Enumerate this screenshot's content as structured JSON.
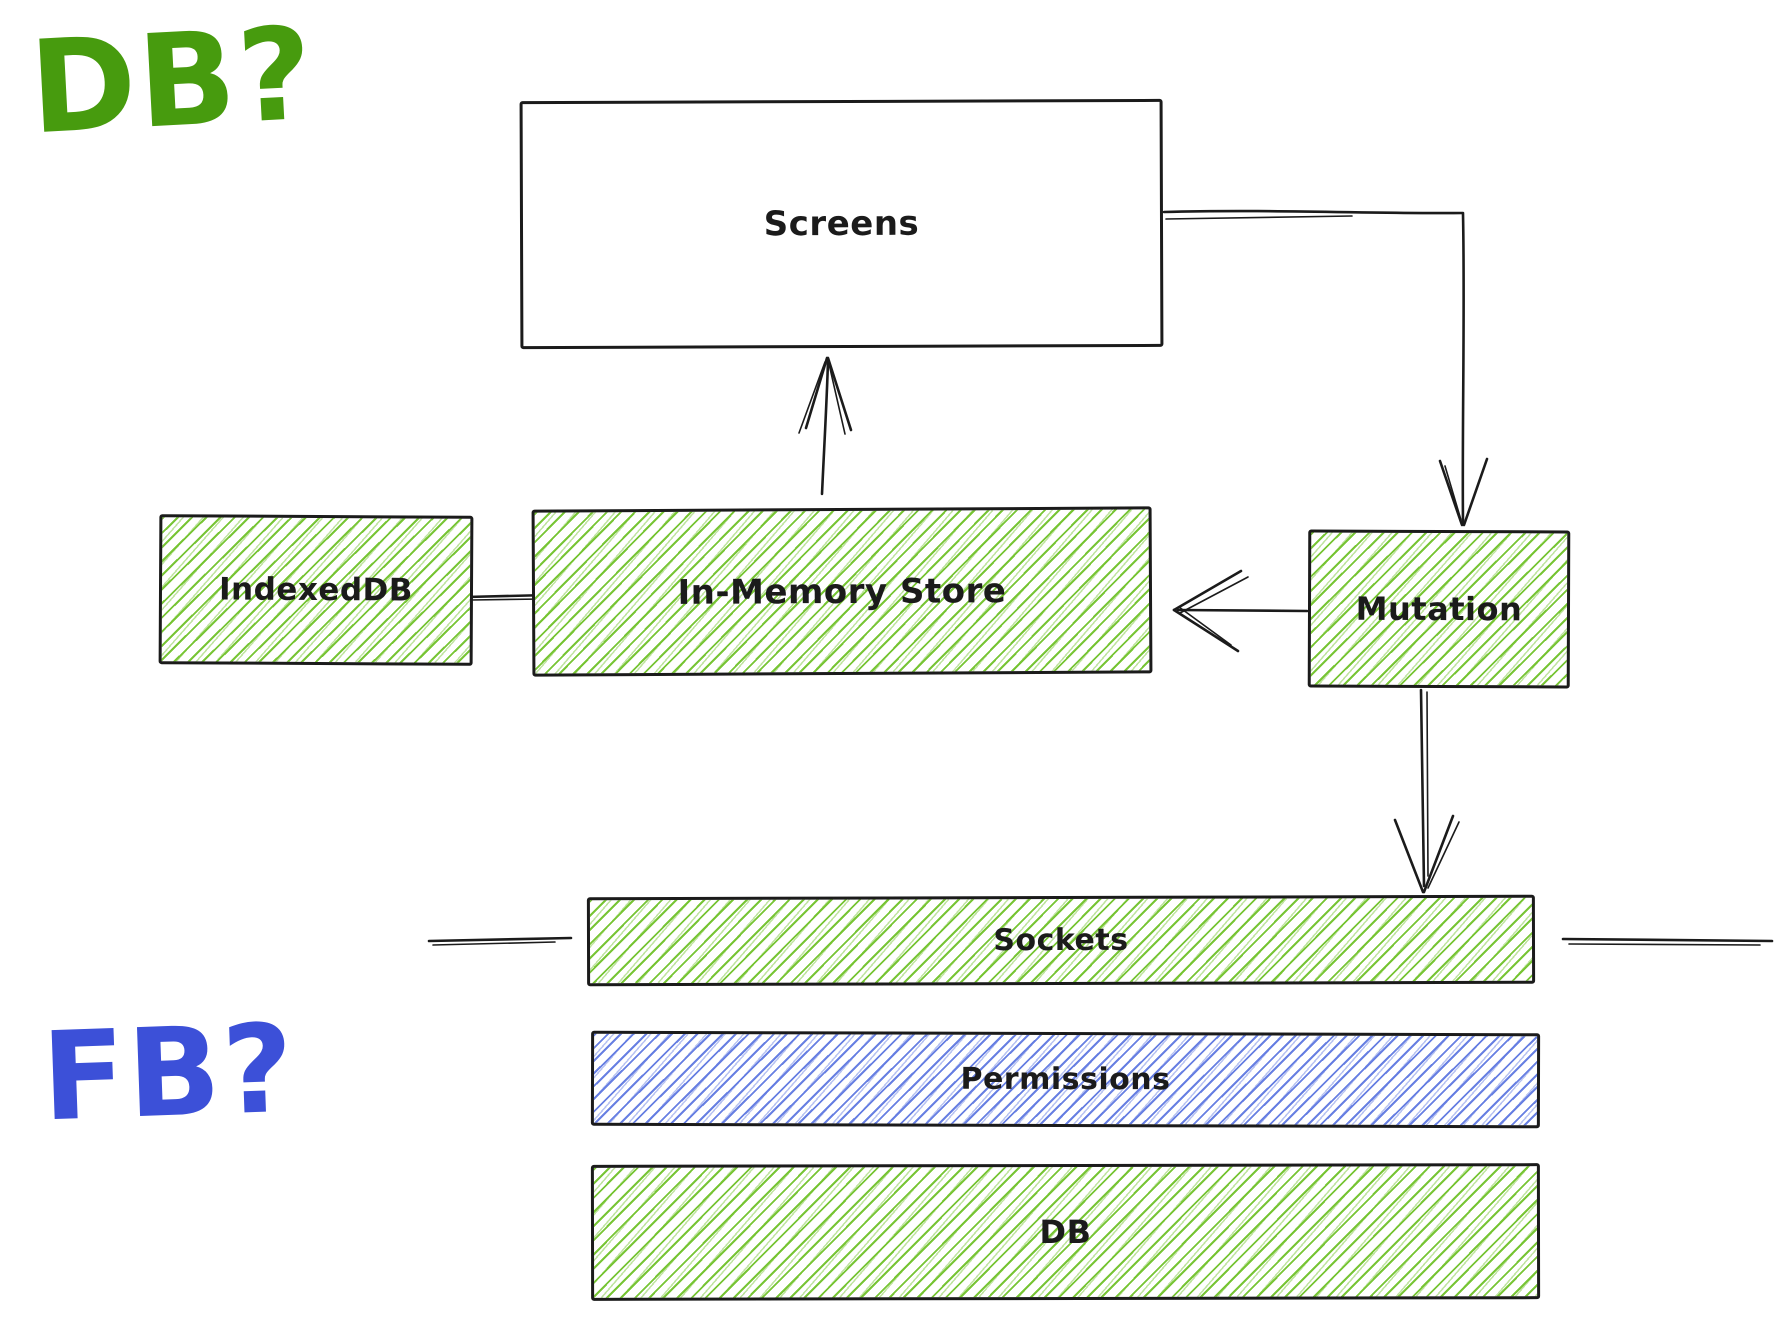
{
  "diagram": {
    "annotations": {
      "top_left": "DB?",
      "bottom_left": "FB?"
    },
    "nodes": {
      "screens": {
        "label": "Screens",
        "fill": "white"
      },
      "indexeddb": {
        "label": "IndexedDB",
        "fill": "green-hatch"
      },
      "in_memory_store": {
        "label": "In-Memory Store",
        "fill": "green-hatch"
      },
      "mutation": {
        "label": "Mutation",
        "fill": "green-hatch"
      },
      "sockets": {
        "label": "Sockets",
        "fill": "green-hatch"
      },
      "permissions": {
        "label": "Permissions",
        "fill": "blue-hatch"
      },
      "db": {
        "label": "DB",
        "fill": "green-hatch"
      }
    },
    "edges": [
      {
        "from": "screens",
        "to": "mutation",
        "type": "elbow-arrow"
      },
      {
        "from": "in_memory_store",
        "to": "screens",
        "type": "arrow"
      },
      {
        "from": "mutation",
        "to": "in_memory_store",
        "type": "arrow"
      },
      {
        "from": "mutation",
        "to": "sockets",
        "type": "arrow"
      },
      {
        "from": "indexeddb",
        "to": "in_memory_store",
        "type": "line"
      },
      {
        "from": "sockets",
        "to": "left-margin",
        "type": "line"
      },
      {
        "from": "sockets",
        "to": "right-margin",
        "type": "line"
      }
    ],
    "colors": {
      "ink": "#1b1b1b",
      "green_hatch": "#71c22b",
      "blue_hatch": "#6079e1",
      "annotation_green": "#479b0e",
      "annotation_blue": "#3c50d8",
      "background": "#ffffff"
    }
  }
}
